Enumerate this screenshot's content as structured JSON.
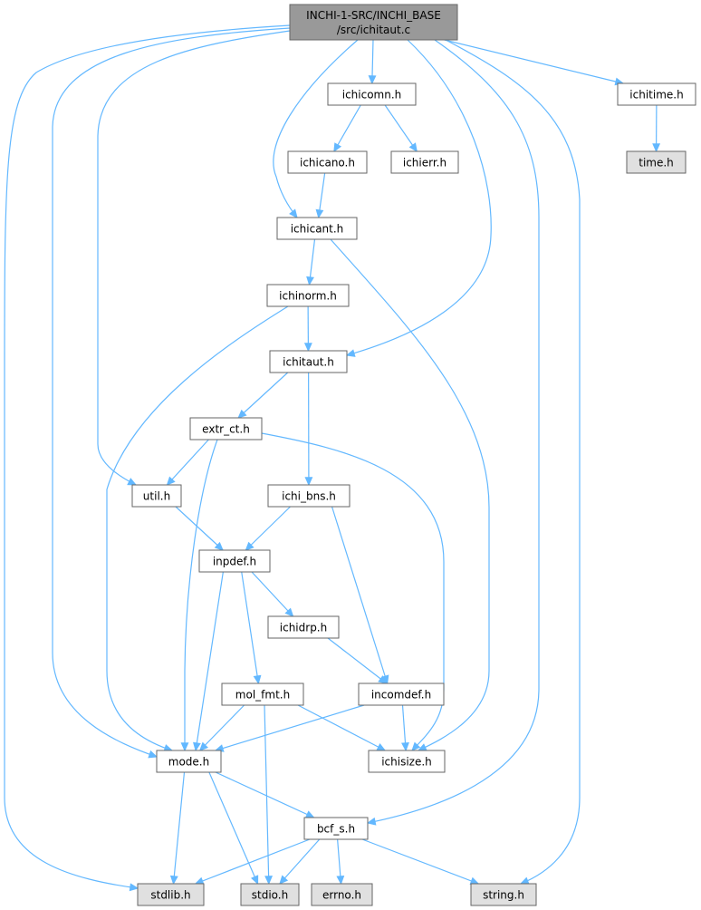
{
  "colors": {
    "edge": "#63b8ff",
    "root_fill": "#999999",
    "header_fill": "#ffffff",
    "system_fill": "#e0e0e0",
    "border": "#666666"
  },
  "nodes": [
    {
      "id": "root",
      "label": "INCHI-1-SRC/INCHI_BASE",
      "label2": "/src/ichitaut.c",
      "kind": "root"
    },
    {
      "id": "ichicomn",
      "label": "ichicomn.h",
      "kind": "header"
    },
    {
      "id": "ichitime",
      "label": "ichitime.h",
      "kind": "header"
    },
    {
      "id": "time",
      "label": "time.h",
      "kind": "system"
    },
    {
      "id": "ichicano",
      "label": "ichicano.h",
      "kind": "header"
    },
    {
      "id": "ichierr",
      "label": "ichierr.h",
      "kind": "header"
    },
    {
      "id": "ichicant",
      "label": "ichicant.h",
      "kind": "header"
    },
    {
      "id": "ichinorm",
      "label": "ichinorm.h",
      "kind": "header"
    },
    {
      "id": "ichitaut",
      "label": "ichitaut.h",
      "kind": "header"
    },
    {
      "id": "extr_ct",
      "label": "extr_ct.h",
      "kind": "header"
    },
    {
      "id": "util",
      "label": "util.h",
      "kind": "header"
    },
    {
      "id": "ichi_bns",
      "label": "ichi_bns.h",
      "kind": "header"
    },
    {
      "id": "inpdef",
      "label": "inpdef.h",
      "kind": "header"
    },
    {
      "id": "ichidrp",
      "label": "ichidrp.h",
      "kind": "header"
    },
    {
      "id": "mol_fmt",
      "label": "mol_fmt.h",
      "kind": "header"
    },
    {
      "id": "incomdef",
      "label": "incomdef.h",
      "kind": "header"
    },
    {
      "id": "mode",
      "label": "mode.h",
      "kind": "header"
    },
    {
      "id": "ichisize",
      "label": "ichisize.h",
      "kind": "header"
    },
    {
      "id": "bcf_s",
      "label": "bcf_s.h",
      "kind": "header"
    },
    {
      "id": "stdlib",
      "label": "stdlib.h",
      "kind": "system"
    },
    {
      "id": "stdio",
      "label": "stdio.h",
      "kind": "system"
    },
    {
      "id": "errno",
      "label": "errno.h",
      "kind": "system"
    },
    {
      "id": "string",
      "label": "string.h",
      "kind": "system"
    }
  ],
  "edges": [
    [
      "root",
      "ichicomn"
    ],
    [
      "root",
      "ichitime"
    ],
    [
      "root",
      "ichicant"
    ],
    [
      "root",
      "ichitaut"
    ],
    [
      "root",
      "util"
    ],
    [
      "root",
      "mode"
    ],
    [
      "root",
      "stdlib"
    ],
    [
      "root",
      "bcf_s"
    ],
    [
      "root",
      "string"
    ],
    [
      "ichicomn",
      "ichicano"
    ],
    [
      "ichicomn",
      "ichierr"
    ],
    [
      "ichitime",
      "time"
    ],
    [
      "ichicano",
      "ichicant"
    ],
    [
      "ichicant",
      "ichinorm"
    ],
    [
      "ichicant",
      "ichisize"
    ],
    [
      "ichinorm",
      "ichitaut"
    ],
    [
      "ichinorm",
      "mode"
    ],
    [
      "ichitaut",
      "extr_ct"
    ],
    [
      "ichitaut",
      "ichi_bns"
    ],
    [
      "extr_ct",
      "util"
    ],
    [
      "extr_ct",
      "mode"
    ],
    [
      "extr_ct",
      "ichisize"
    ],
    [
      "util",
      "inpdef"
    ],
    [
      "ichi_bns",
      "inpdef"
    ],
    [
      "ichi_bns",
      "incomdef"
    ],
    [
      "inpdef",
      "ichidrp"
    ],
    [
      "inpdef",
      "mol_fmt"
    ],
    [
      "inpdef",
      "mode"
    ],
    [
      "ichidrp",
      "incomdef"
    ],
    [
      "mol_fmt",
      "mode"
    ],
    [
      "mol_fmt",
      "stdio"
    ],
    [
      "mol_fmt",
      "ichisize"
    ],
    [
      "incomdef",
      "mode"
    ],
    [
      "incomdef",
      "ichisize"
    ],
    [
      "mode",
      "stdlib"
    ],
    [
      "mode",
      "stdio"
    ],
    [
      "mode",
      "bcf_s"
    ],
    [
      "bcf_s",
      "stdlib"
    ],
    [
      "bcf_s",
      "stdio"
    ],
    [
      "bcf_s",
      "errno"
    ],
    [
      "bcf_s",
      "string"
    ]
  ]
}
